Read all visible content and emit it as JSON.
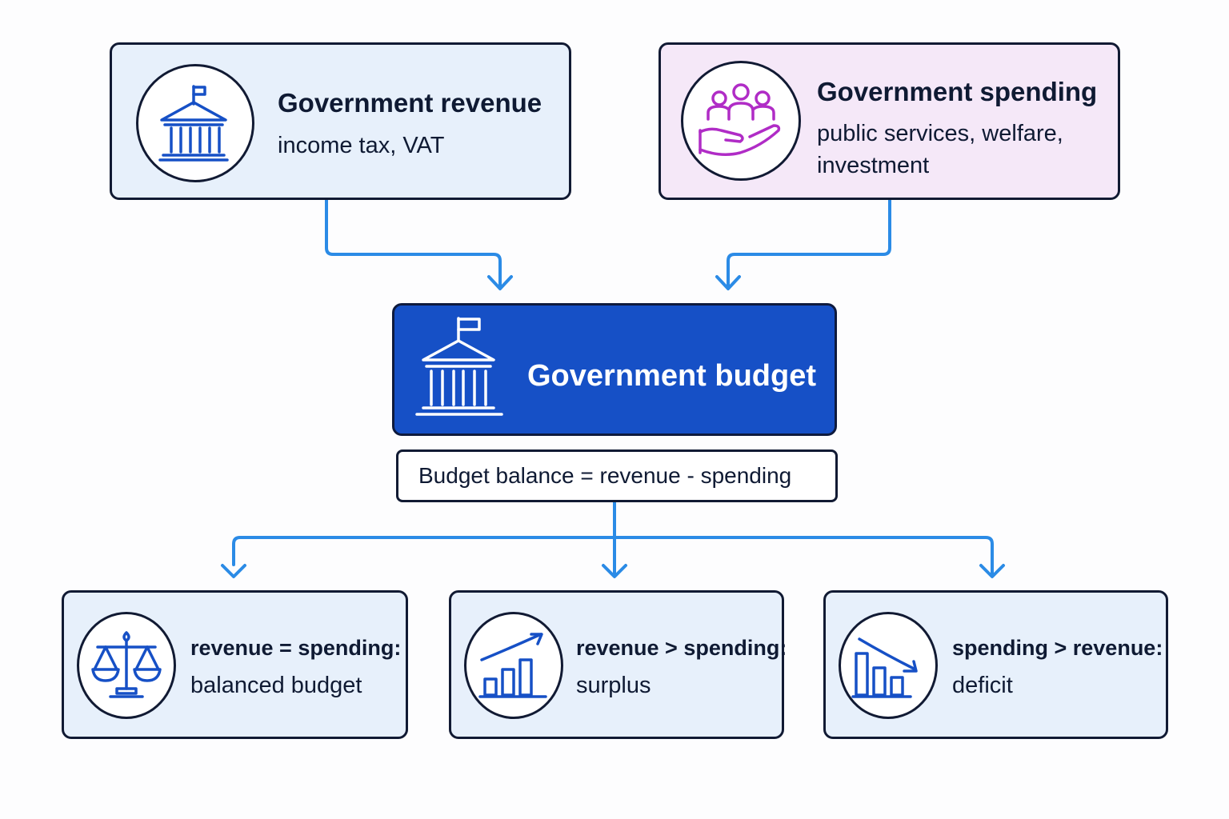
{
  "revenue": {
    "title": "Government revenue",
    "description": "income tax, VAT",
    "icon": "government-building-icon"
  },
  "spending": {
    "title": "Government spending",
    "description_line1": "public services, welfare,",
    "description_line2": "investment",
    "icon": "people-hand-icon"
  },
  "budget": {
    "title": "Government budget",
    "icon": "government-building-icon"
  },
  "formula": "Budget balance = revenue - spending",
  "outcomes": [
    {
      "condition": "revenue = spending:",
      "result": "balanced budget",
      "icon": "scales-icon"
    },
    {
      "condition": "revenue > spending:",
      "result": "surplus",
      "icon": "chart-up-icon"
    },
    {
      "condition": "spending > revenue:",
      "result": "deficit",
      "icon": "chart-down-icon"
    }
  ],
  "colors": {
    "accent_blue": "#1650c6",
    "connector_blue": "#2b8be6",
    "spending_purple": "#b02cc6",
    "revenue_box_bg": "#e7f0fb",
    "spending_box_bg": "#f5e8f8",
    "outline": "#111a33"
  }
}
